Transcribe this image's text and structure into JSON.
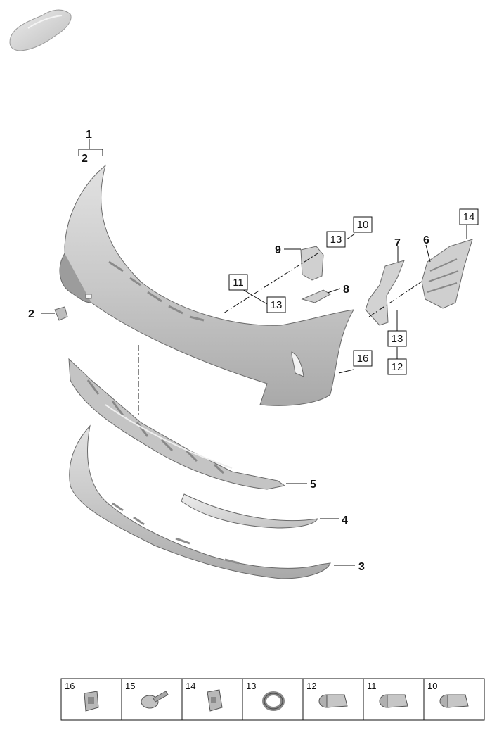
{
  "callouts": {
    "c1": "1",
    "c2_top": "2",
    "c2_side": "2",
    "c3": "3",
    "c4": "4",
    "c5": "5",
    "c6": "6",
    "c7": "7",
    "c8": "8",
    "c9": "9"
  },
  "boxed_callouts": {
    "b10": "10",
    "b11": "11",
    "b12": "12",
    "b13_a": "13",
    "b13_b": "13",
    "b13_c": "13",
    "b14": "14",
    "b16": "16"
  },
  "thumbnail_strip": {
    "items": [
      {
        "label": "16",
        "icon": "clip-nut-icon"
      },
      {
        "label": "15",
        "icon": "screw-icon"
      },
      {
        "label": "14",
        "icon": "clip-icon"
      },
      {
        "label": "13",
        "icon": "ring-seal-icon"
      },
      {
        "label": "12",
        "icon": "sensor-icon"
      },
      {
        "label": "11",
        "icon": "sensor-icon"
      },
      {
        "label": "10",
        "icon": "sensor-icon"
      }
    ]
  },
  "colors": {
    "part_fill": "#c9c9c9",
    "part_light": "#e4e4e4",
    "part_shade": "#a8a8a8",
    "line": "#111111"
  }
}
